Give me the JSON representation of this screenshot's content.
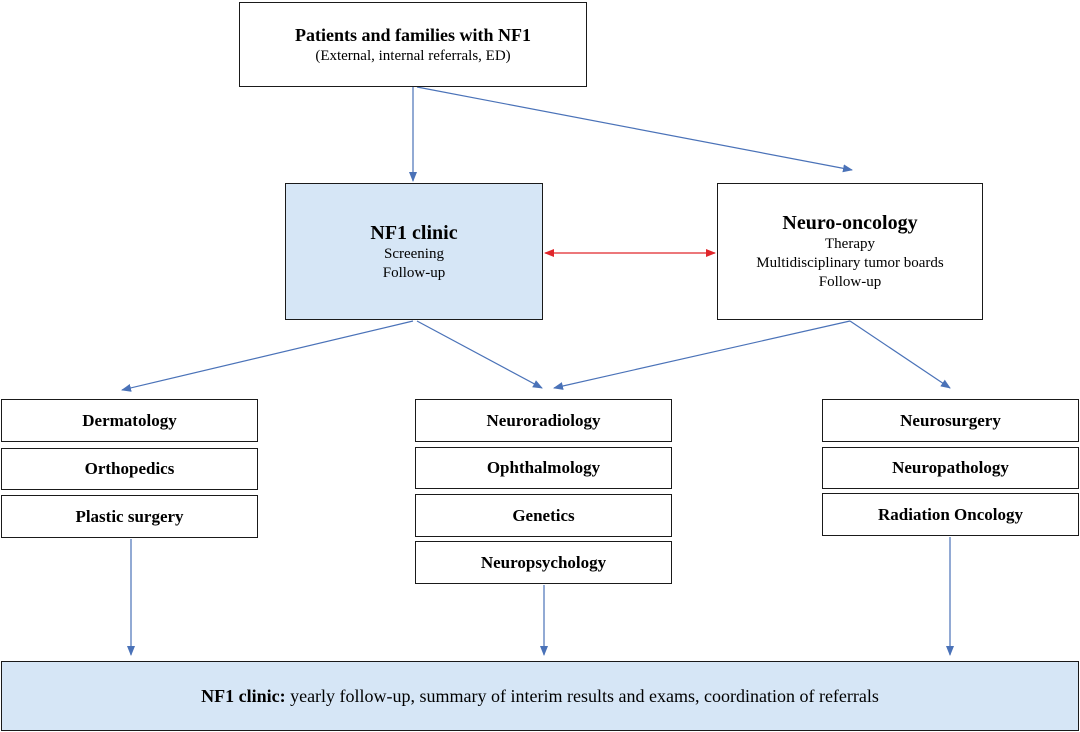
{
  "top": {
    "title": "Patients and families with NF1",
    "subtitle": "(External, internal referrals, ED)"
  },
  "nf1_clinic": {
    "title": "NF1 clinic",
    "lines": [
      "Screening",
      "Follow-up"
    ]
  },
  "neuro_oncology": {
    "title": "Neuro-oncology",
    "lines": [
      "Therapy",
      "Multidisciplinary tumor boards",
      "Follow-up"
    ]
  },
  "left_group": [
    "Dermatology",
    "Orthopedics",
    "Plastic surgery"
  ],
  "middle_group": [
    "Neuroradiology",
    "Ophthalmology",
    "Genetics",
    "Neuropsychology"
  ],
  "right_group": [
    "Neurosurgery",
    "Neuropathology",
    "Radiation Oncology"
  ],
  "bottom": {
    "bold": "NF1 clinic:",
    "text": " yearly follow-up, summary of interim results and exams, coordination of referrals"
  },
  "colors": {
    "arrow": "#4a72b8",
    "bidirectional_arrow": "#e0262b",
    "highlight_fill": "#d6e6f6",
    "border": "#1a1a1a"
  }
}
